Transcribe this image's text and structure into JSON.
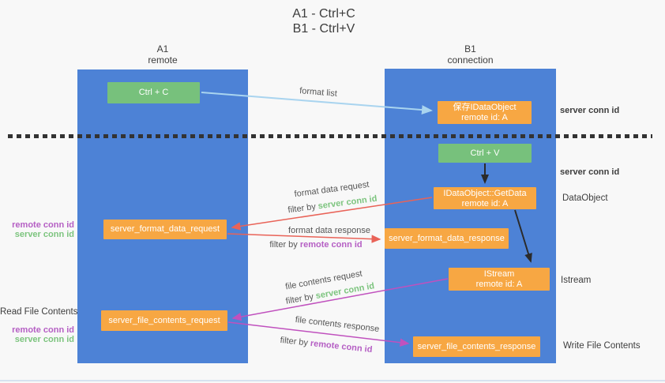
{
  "title": {
    "line1": "A1 - Ctrl+C",
    "line2": "B1 - Ctrl+V"
  },
  "lifelines": {
    "left": {
      "name": "A1",
      "role": "remote"
    },
    "right": {
      "name": "B1",
      "role": "connection"
    }
  },
  "nodes": {
    "ctrl_c": {
      "label": "Ctrl + C"
    },
    "ctrl_v": {
      "label": "Ctrl + V"
    },
    "save_dataobject": {
      "line1": "保存IDataObject",
      "line2": "remote id: A"
    },
    "getdata": {
      "line1": "IDataObject::GetData",
      "line2": "remote id: A"
    },
    "istream": {
      "line1": "IStream",
      "line2": "remote id: A"
    },
    "format_request": {
      "label": "server_format_data_request"
    },
    "format_response": {
      "label": "server_format_data_response"
    },
    "file_request": {
      "label": "server_file_contents_request"
    },
    "file_response": {
      "label": "server_file_contents_response"
    }
  },
  "side_labels": {
    "server_conn_id_top": "server conn id",
    "server_conn_id_mid": "server conn id",
    "dataobject": "DataObject",
    "istream": "Istream",
    "write_file_contents": "Write File Contents",
    "read_file_contents": "Read File Contents",
    "format_pair": {
      "remote": "remote conn id",
      "server": "server conn id"
    },
    "file_pair": {
      "remote": "remote conn id",
      "server": "server conn id"
    }
  },
  "arrows": {
    "format_list": {
      "label": "format list"
    },
    "format_data_request": {
      "label": "format data request",
      "filter_prefix": "filter by",
      "filter_value": "server conn id"
    },
    "format_data_response": {
      "label": "format data response",
      "filter_prefix": "filter by",
      "filter_value": "remote conn id"
    },
    "file_contents_request": {
      "label": "file contents request",
      "filter_prefix": "filter by",
      "filter_value": "server conn id"
    },
    "file_contents_response": {
      "label": "file contents response",
      "filter_prefix": "filter by",
      "filter_value": "remote conn id"
    }
  },
  "colors": {
    "lifeline_blue": "#4d82d6",
    "node_green": "#77c17c",
    "node_orange": "#f7a743",
    "arrow_lightblue": "#a9d4ef",
    "arrow_red": "#e96358",
    "arrow_magenta": "#c051be",
    "arrow_black": "#2b2b2b",
    "text_green": "#7cc47e",
    "text_purple": "#b55fc4",
    "text_gray": "#565656",
    "background": "#f8f8f8"
  }
}
